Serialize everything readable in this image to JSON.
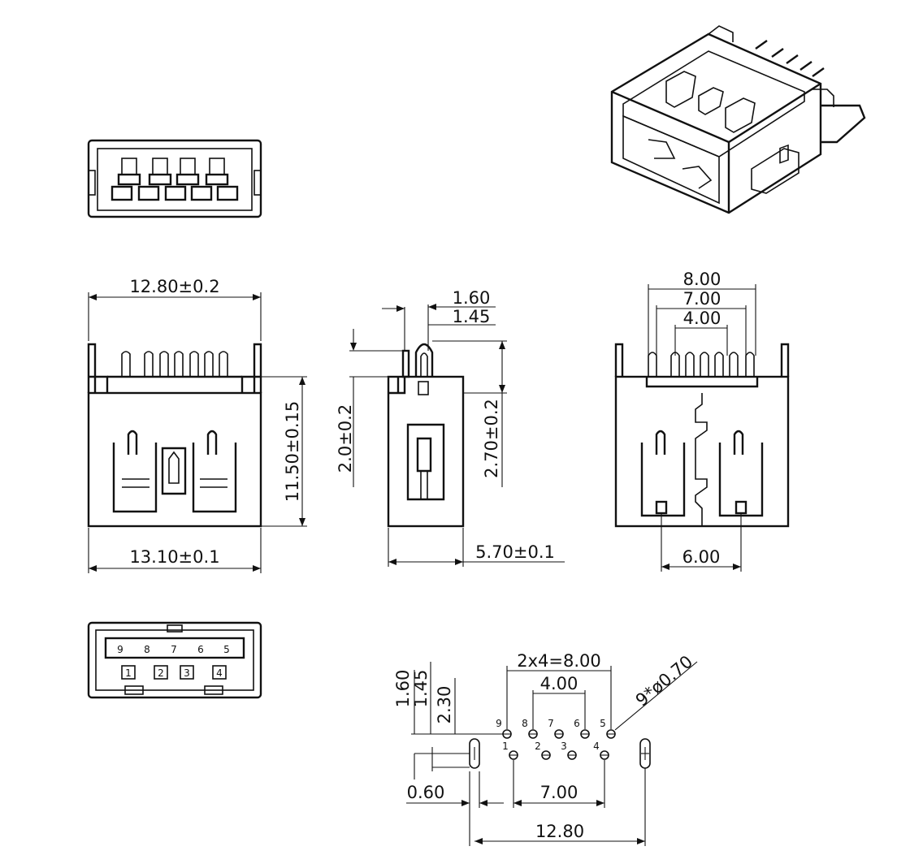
{
  "dimensions": {
    "front_top_width": "12.80±0.2",
    "front_bottom_width": "13.10±0.1",
    "front_height": "11.50±0.15",
    "side_pin_width_a": "1.60",
    "side_pin_width_b": "1.45",
    "side_offset": "2.0±0.2",
    "side_height": "2.70±0.2",
    "side_depth": "5.70±0.1",
    "rear_span_a": "8.00",
    "rear_span_b": "7.00",
    "rear_span_c": "4.00",
    "rear_leg_span": "6.00",
    "fp_row_pitch": "2x4=8.00",
    "fp_inner_pitch": "4.00",
    "fp_hole_spec": "9*ø0.70",
    "fp_v1": "1.60",
    "fp_v2": "1.45",
    "fp_v3": "2.30",
    "fp_slot_width": "0.60",
    "fp_bottom_pitch": "7.00",
    "fp_overall": "12.80"
  },
  "pin_labels": {
    "top_view_upper": [
      "9",
      "8",
      "7",
      "6",
      "5"
    ],
    "top_view_lower": [
      "1",
      "2",
      "3",
      "4"
    ],
    "footprint_upper": [
      "9",
      "8",
      "7",
      "6",
      "5"
    ],
    "footprint_lower": [
      "1",
      "2",
      "3",
      "4"
    ]
  }
}
